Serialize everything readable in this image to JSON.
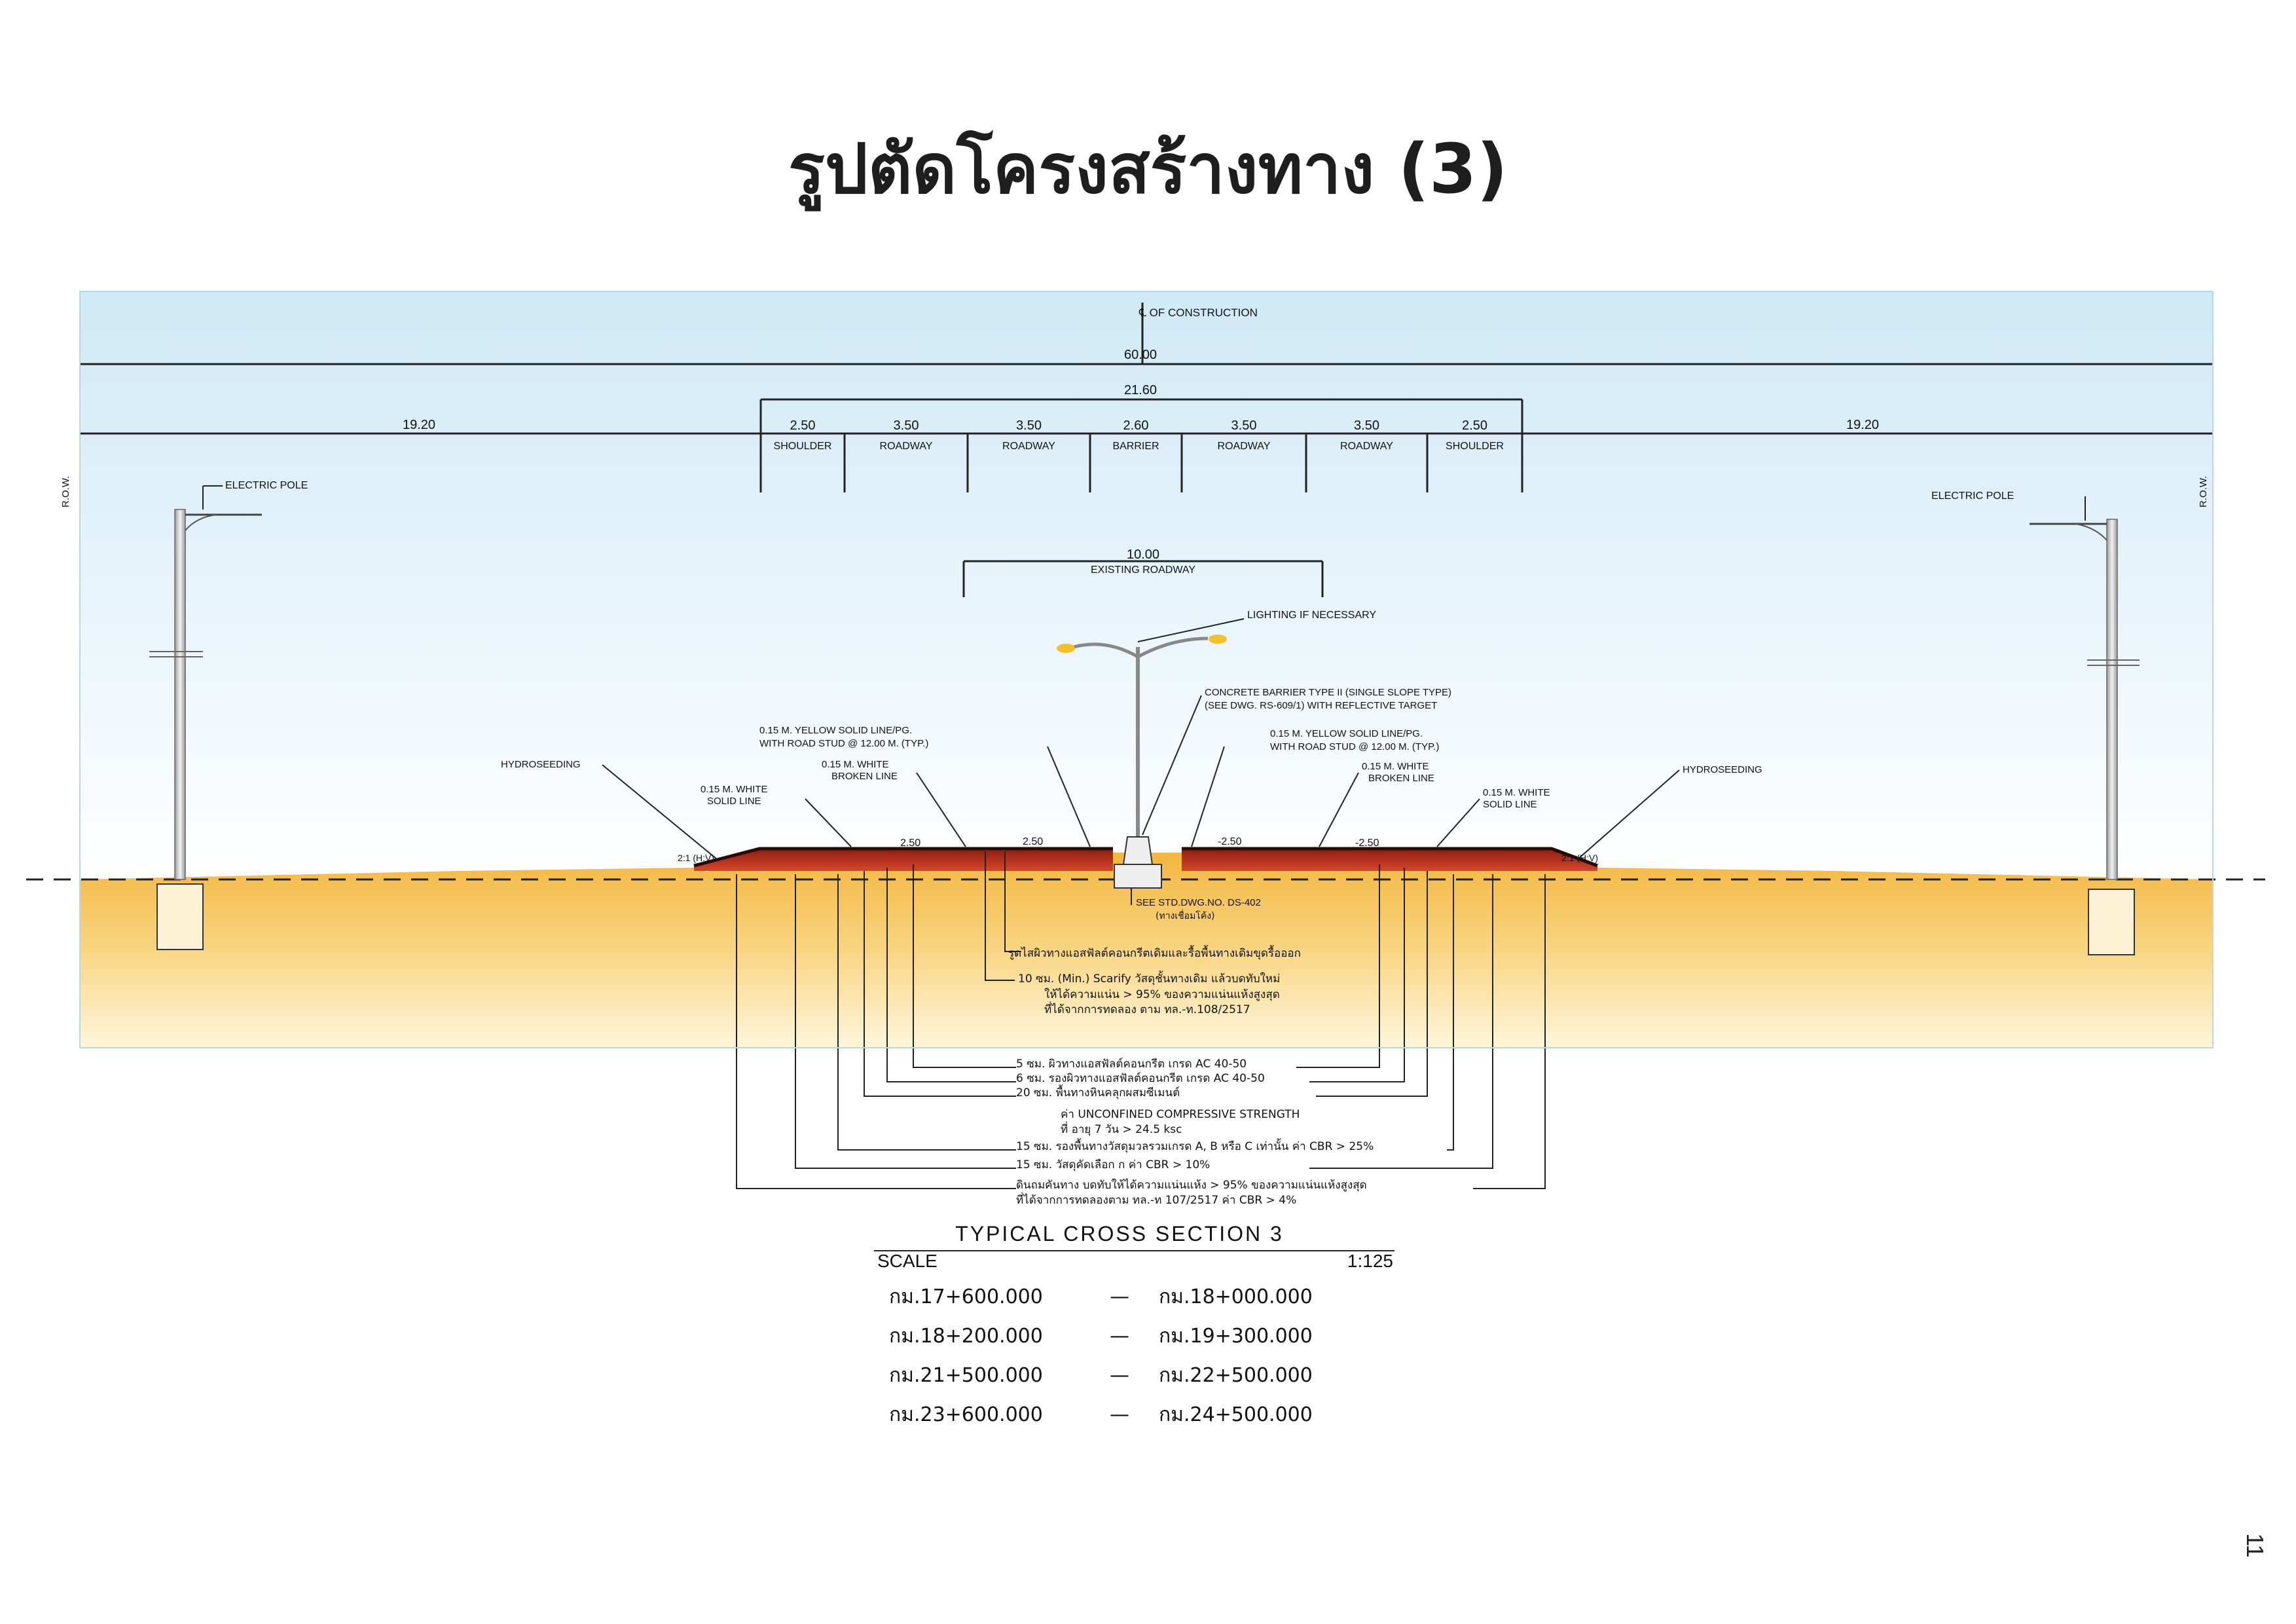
{
  "title": "รูปตัดโครงสร้างทาง (3)",
  "page_number": "11",
  "colors": {
    "sky_top": "#cfe9f6",
    "sky_bottom": "#ffffff",
    "ground_top": "#f2b640",
    "ground_bottom": "#fff6dc",
    "pavement": "#b8301c",
    "pole": "#d8d8d8"
  },
  "drawing": {
    "centerline_label": "℄ OF CONSTRUCTION",
    "dim_total": "60.00",
    "dim_median_band": "21.60",
    "dim_side_left": "19.20",
    "dim_side_right": "19.20",
    "segments": [
      {
        "width": "2.50",
        "label": "SHOULDER"
      },
      {
        "width": "3.50",
        "label": "ROADWAY"
      },
      {
        "width": "3.50",
        "label": "ROADWAY"
      },
      {
        "width": "2.60",
        "label": "BARRIER"
      },
      {
        "width": "3.50",
        "label": "ROADWAY"
      },
      {
        "width": "3.50",
        "label": "ROADWAY"
      },
      {
        "width": "2.50",
        "label": "SHOULDER"
      }
    ],
    "existing_width": "10.00",
    "existing_label": "EXISTING ROADWAY",
    "row_left": "R.O.W.",
    "row_right": "R.O.W.",
    "electric_pole_left": "ELECTRIC POLE",
    "electric_pole_right": "ELECTRIC POLE",
    "lighting": "LIGHTING IF NECESSARY",
    "barrier_note_1": "CONCRETE BARRIER TYPE II (SINGLE SLOPE TYPE)",
    "barrier_note_2": "(SEE DWG. RS-609/1) WITH REFLECTIVE TARGET",
    "yellow_left_1": "0.15 M. YELLOW SOLID LINE/PG.",
    "yellow_left_2": "WITH ROAD STUD @ 12.00 M. (TYP.)",
    "yellow_right_1": "0.15 M. YELLOW SOLID LINE/PG.",
    "yellow_right_2": "WITH ROAD STUD @ 12.00 M. (TYP.)",
    "white_broken_left_1": "0.15 M. WHITE",
    "white_broken_left_2": "BROKEN LINE",
    "white_broken_right_1": "0.15 M. WHITE",
    "white_broken_right_2": "BROKEN LINE",
    "white_solid_left_1": "0.15 M. WHITE",
    "white_solid_left_2": "SOLID LINE",
    "white_solid_right_1": "0.15 M. WHITE",
    "white_solid_right_2": "SOLID LINE",
    "hydroseeding_left": "HYDROSEEDING",
    "hydroseeding_right": "HYDROSEEDING",
    "slope_left": "2:1 (H:V)",
    "slope_right": "2:1 (H:V)",
    "crossfall_1": "2.50",
    "crossfall_2": "2.50",
    "crossfall_3": "-2.50",
    "crossfall_4": "-2.50",
    "drain_note_1": "SEE STD.DWG.NO. DS-402",
    "drain_note_2": "(ทางเชื่อมโค้ง)"
  },
  "layers": [
    "รูดไสผิวทางแอสฟัลต์คอนกรีตเดิมและรื้อพื้นทางเดิมขุดรื้อออก",
    "10 ซม. (Min.) Scarify วัสดุชั้นทางเดิม แล้วบดทับใหม่",
    "ให้ได้ความแน่น > 95% ของความแน่นแห้งสูงสุด",
    "ที่ได้จากการทดลอง ตาม ทล.-ท.108/2517",
    "5 ซม. ผิวทางแอสฟัลต์คอนกรีต เกรด AC 40-50",
    "6 ซม. รองผิวทางแอสฟัลต์คอนกรีต เกรด AC 40-50",
    "20 ซม. พื้นทางหินคลุกผสมซีเมนต์",
    "ค่า UNCONFINED COMPRESSIVE STRENGTH",
    "ที่ อายุ 7 วัน > 24.5 ksc",
    "15 ซม. รองพื้นทางวัสดุมวลรวมเกรด A, B หรือ C เท่านั้น ค่า CBR > 25%",
    "15 ซม. วัสดุคัดเลือก ก ค่า CBR > 10%",
    "ดินถมคันทาง บดทับให้ได้ความแน่นแห้ง > 95% ของความแน่นแห้งสูงสุด",
    "ที่ได้จากการทดลองตาม ทล.-ท 107/2517 ค่า CBR > 4%"
  ],
  "section_title": "TYPICAL CROSS SECTION 3",
  "scale_label": "SCALE",
  "scale_value": "1:125",
  "chainages": [
    {
      "from": "กม.17+600.000",
      "to": "กม.18+000.000"
    },
    {
      "from": "กม.18+200.000",
      "to": "กม.19+300.000"
    },
    {
      "from": "กม.21+500.000",
      "to": "กม.22+500.000"
    },
    {
      "from": "กม.23+600.000",
      "to": "กม.24+500.000"
    }
  ],
  "dash": "—"
}
